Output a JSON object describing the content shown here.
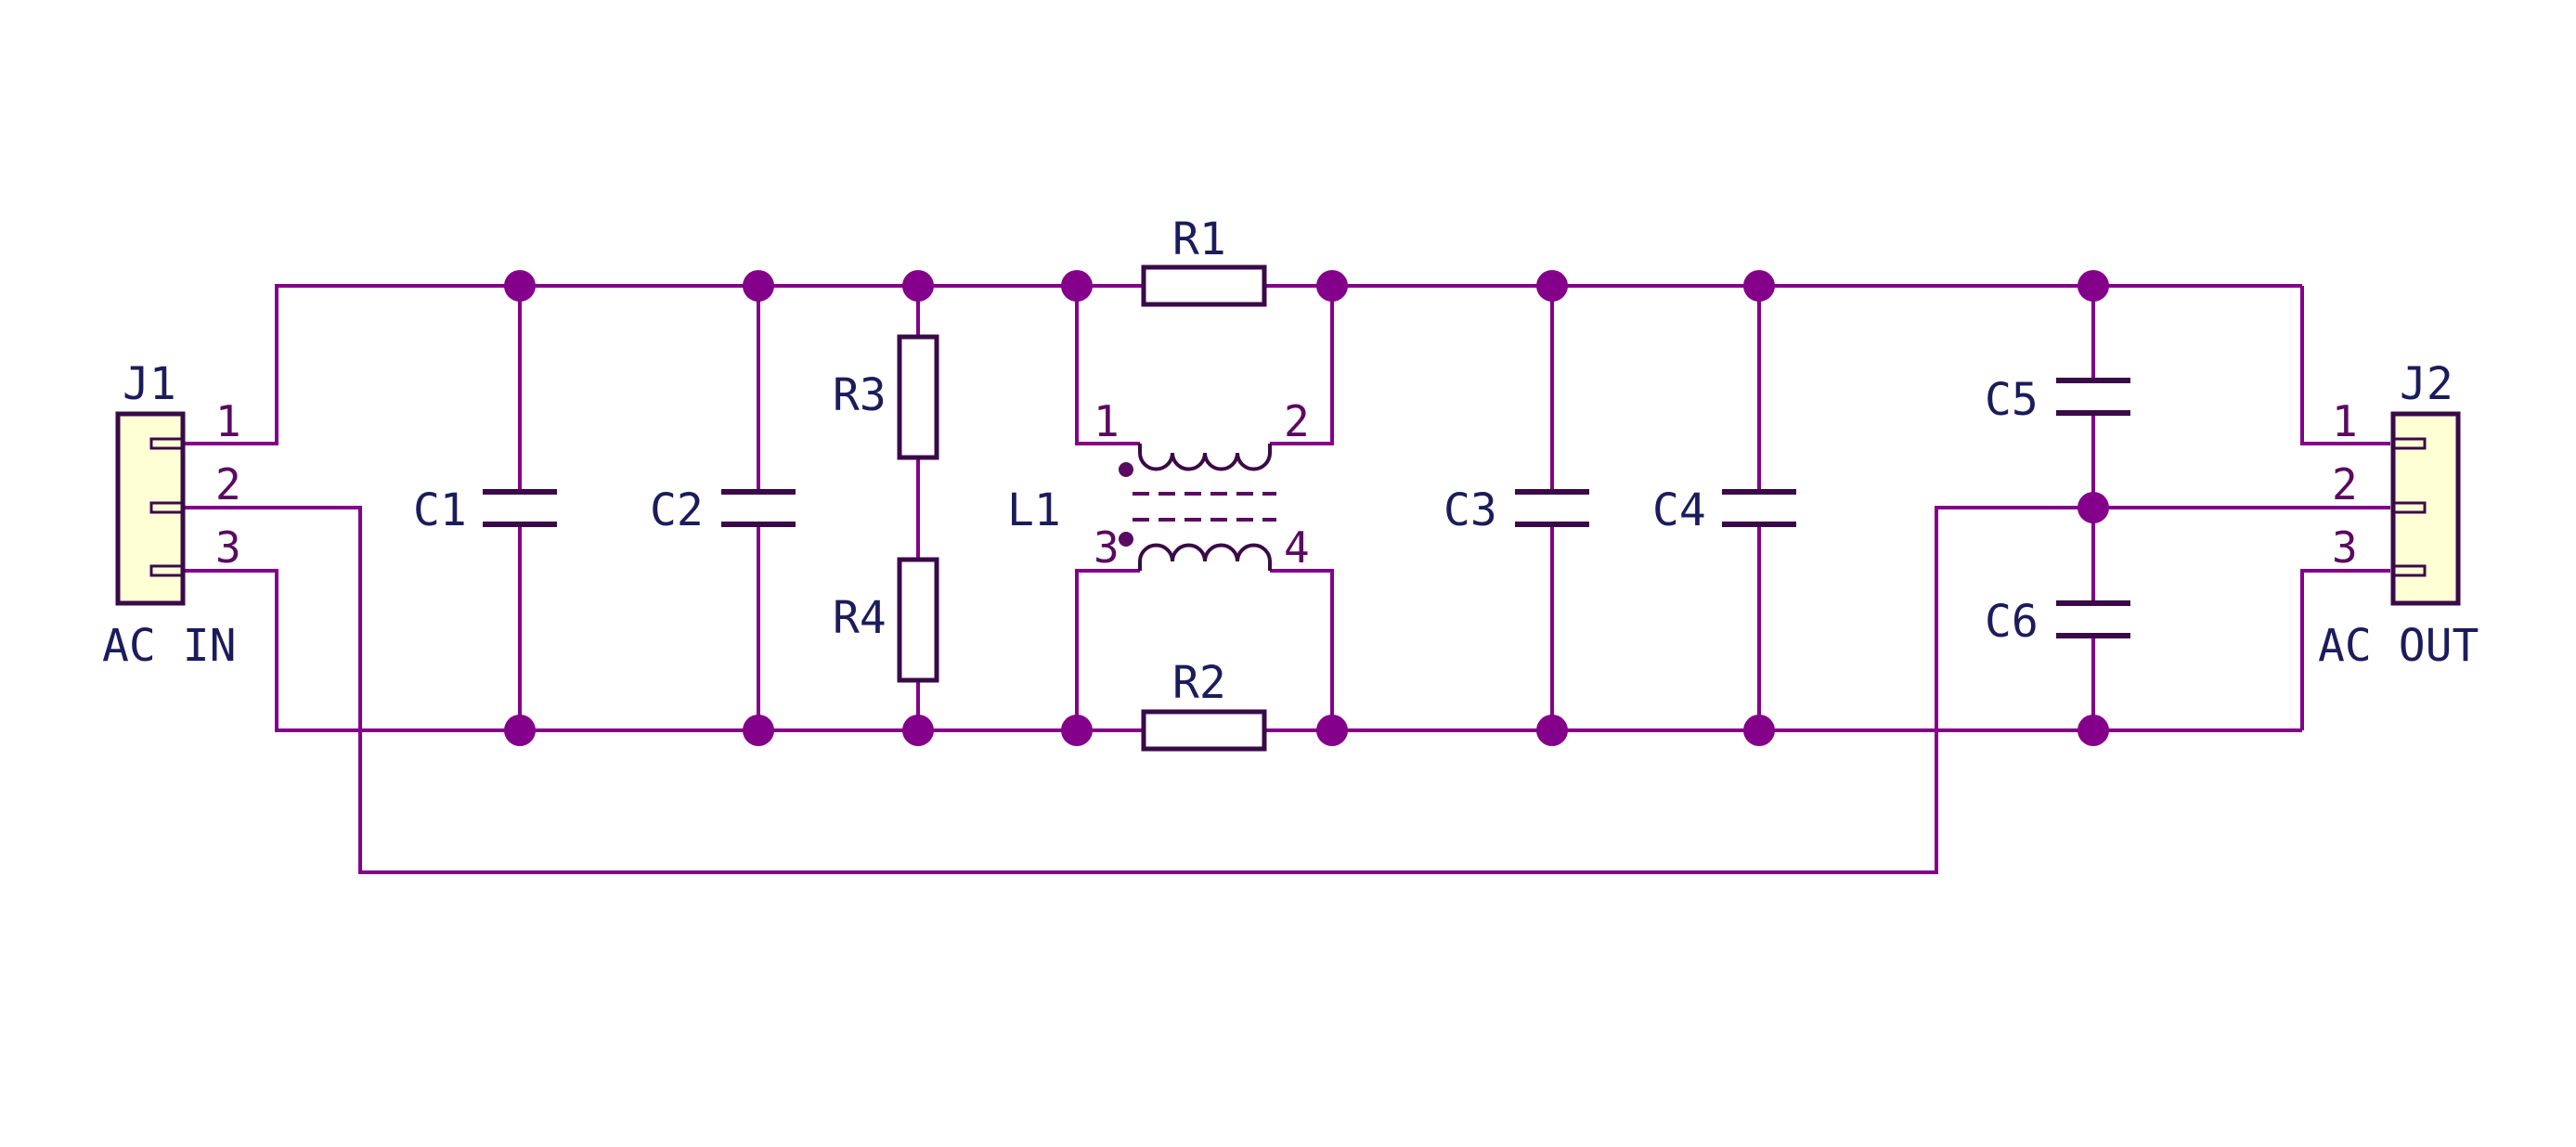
{
  "colors": {
    "wire": "#84008A",
    "junction": "#84008A",
    "component": "#3A0A48",
    "text": "#1C1C5C",
    "pin_text": "#5A0A60",
    "connector_fill": "#FFFFD6"
  },
  "connectors": {
    "j1": {
      "ref": "J1",
      "value": "AC IN",
      "pins": [
        "1",
        "2",
        "3"
      ]
    },
    "j2": {
      "ref": "J2",
      "value": "AC OUT",
      "pins": [
        "1",
        "2",
        "3"
      ]
    }
  },
  "capacitors": {
    "c1": "C1",
    "c2": "C2",
    "c3": "C3",
    "c4": "C4",
    "c5": "C5",
    "c6": "C6"
  },
  "resistors": {
    "r1": "R1",
    "r2": "R2",
    "r3": "R3",
    "r4": "R4"
  },
  "inductor": {
    "ref": "L1",
    "pins": [
      "1",
      "2",
      "3",
      "4"
    ]
  }
}
